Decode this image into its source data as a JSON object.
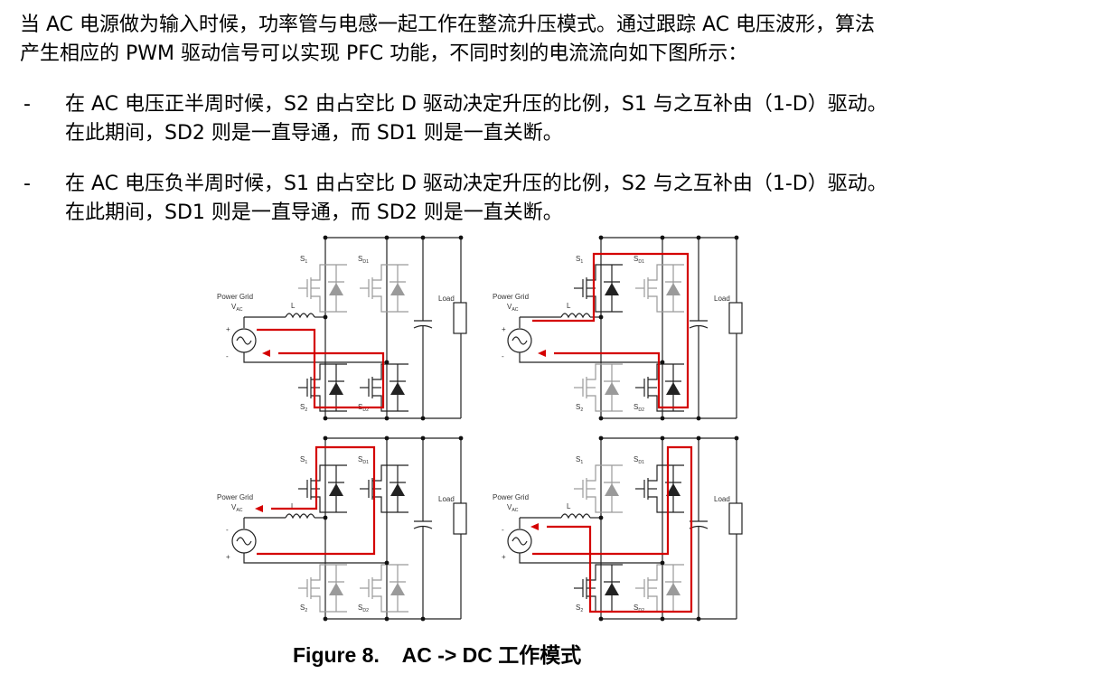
{
  "paragraph": {
    "line1": "当 AC 电源做为输入时候，功率管与电感一起工作在整流升压模式。通过跟踪 AC 电压波形，算法",
    "line2": "产生相应的 PWM 驱动信号可以实现 PFC 功能，不同时刻的电流流向如下图所示："
  },
  "bullets": [
    {
      "dash": "-",
      "line1": "在 AC 电压正半周时候，S2 由占空比 D 驱动决定升压的比例，S1 与之互补由（1-D）驱动。",
      "line2": "在此期间，SD2 则是一直导通，而 SD1 则是一直关断。"
    },
    {
      "dash": "-",
      "line1": "在 AC 电压负半周时候，S1 由占空比 D 驱动决定升压的比例，S2 与之互补由（1-D）驱动。",
      "line2": "在此期间，SD1 则是一直导通，而 SD2 则是一直关断。"
    }
  ],
  "figure": {
    "caption_number": "Figure 8.",
    "caption_title": "AC -> DC 工作模式",
    "labels": {
      "power_grid": "Power Grid",
      "vac": "V",
      "vac_sub": "AC",
      "inductor": "L",
      "load": "Load",
      "s1": "S",
      "s1_sub": "1",
      "s2": "S",
      "s2_sub": "2",
      "sd1": "S",
      "sd1_sub": "D1",
      "sd2": "S",
      "sd2_sub": "D2",
      "plus": "+",
      "minus": "-"
    }
  },
  "colors": {
    "current_path": "#d40000",
    "active_device": "#222222",
    "inactive_device": "#9a9a9a"
  }
}
